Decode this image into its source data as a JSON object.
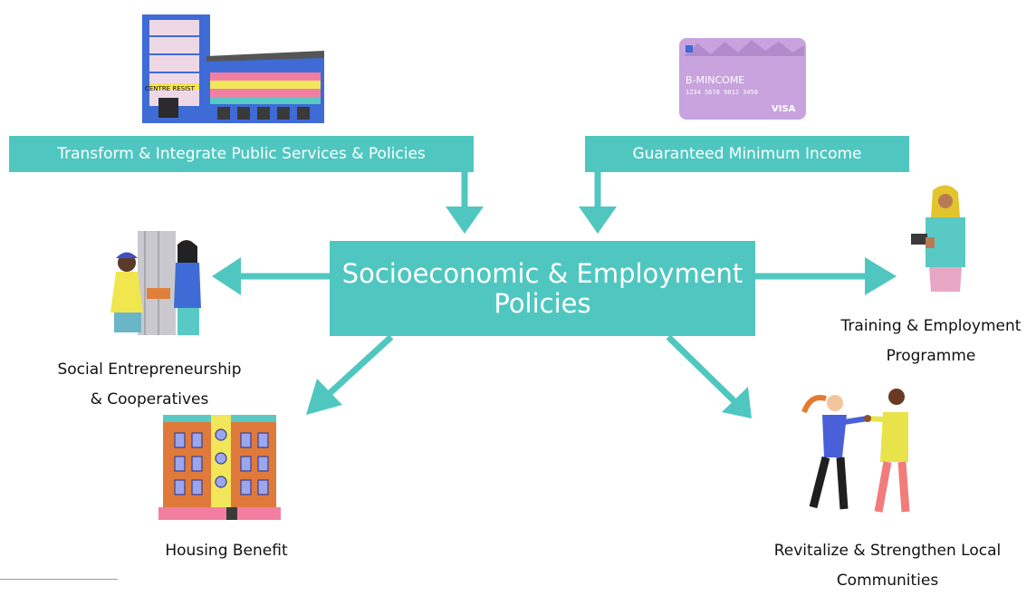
{
  "boxes": {
    "transform": "Transform & Integrate Public Services & Policies",
    "income": "Guaranteed Minimum Income",
    "center_line1": "Socioeconomic & Employment",
    "center_line2": "Policies"
  },
  "labels": {
    "training_line1": "Training & Employment",
    "training_line2": "Programme",
    "social_line1": "Social Entrepreneurship",
    "social_line2": "& Cooperatives",
    "housing": "Housing Benefit",
    "revitalize_line1": "Revitalize & Strengthen Local",
    "revitalize_line2": "Communities"
  },
  "illustrations": {
    "card_brand": "B-MINCOME",
    "card_number": "1234 5678 9012 3456",
    "card_network": "VISA",
    "building_sign": "CENTRE RESIST"
  },
  "colors": {
    "teal": "#4fc7c0",
    "lilac": "#c8a3dd",
    "white": "#ffffff"
  }
}
